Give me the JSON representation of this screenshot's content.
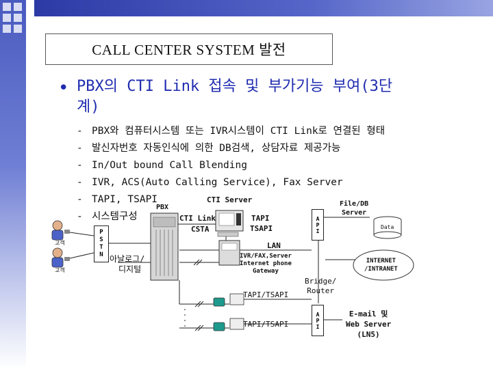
{
  "slide": {
    "title": "CALL CENTER SYSTEM 발전",
    "heading_line1": "PBX의 CTI Link 접속 및 부가기능 부여(3단",
    "heading_line2": "계)",
    "subitems": [
      "PBX와 컴퓨터시스템 또는 IVR시스템이 CTI Link로 연결된 형태",
      "발신자번호 자동인식에 의한 DB검색, 상담자료 제공가능",
      "In/Out bound Call Blending",
      "IVR, ACS(Auto Calling Service), Fax Server",
      "TAPI, TSAPI",
      "시스템구성"
    ],
    "dash": "-"
  },
  "diagram": {
    "customer_1": "고객",
    "customer_2": "고객",
    "pstn": [
      "P",
      "S",
      "T",
      "N"
    ],
    "pbx": "PBX",
    "analog_digital_1": "아날로그/",
    "analog_digital_2": "디지털",
    "cti_link": "CTI Link",
    "csta": "CSTA",
    "cti_server": "CTI Server",
    "tapi": "TAPI",
    "tsapi": "TSAPI",
    "lan": "LAN",
    "ivr_1": "IVR/FAX,Server",
    "ivr_2": "Internet phone",
    "ivr_3": "Gateway",
    "tapi_tsapi_1": "TAPI/TSAPI",
    "tapi_tsapi_2": "TAPI/TSAPI",
    "api": [
      "A",
      "P",
      "I"
    ],
    "file_db_1": "File/DB",
    "file_db_2": "Server",
    "data_cylinder": "Data",
    "bridge_1": "Bridge/",
    "bridge_2": "Router",
    "internet_1": "INTERNET",
    "internet_2": "/INTRANET",
    "email_1": "E-mail 및",
    "email_2": "Web Server",
    "email_3": "(LN5)"
  },
  "colors": {
    "heading": "#1f2bb0",
    "frame": "#4a5bc0"
  }
}
